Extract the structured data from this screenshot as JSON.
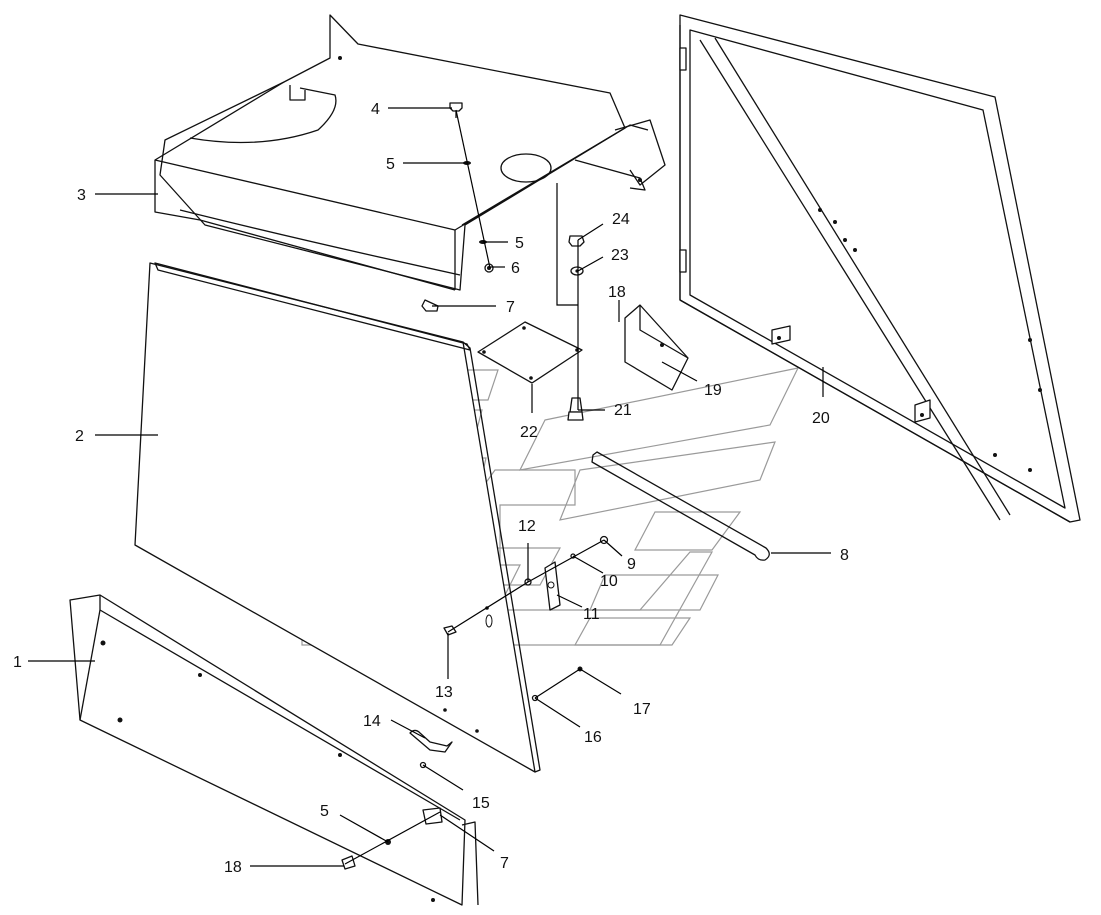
{
  "callouts": [
    {
      "id": "c1",
      "text": "1"
    },
    {
      "id": "c2",
      "text": "2"
    },
    {
      "id": "c3",
      "text": "3"
    },
    {
      "id": "c4",
      "text": "4"
    },
    {
      "id": "c5a",
      "text": "5"
    },
    {
      "id": "c5b",
      "text": "5"
    },
    {
      "id": "c5c",
      "text": "5"
    },
    {
      "id": "c6",
      "text": "6"
    },
    {
      "id": "c7a",
      "text": "7"
    },
    {
      "id": "c7b",
      "text": "7"
    },
    {
      "id": "c8",
      "text": "8"
    },
    {
      "id": "c9",
      "text": "9"
    },
    {
      "id": "c10",
      "text": "10"
    },
    {
      "id": "c11",
      "text": "11"
    },
    {
      "id": "c12",
      "text": "12"
    },
    {
      "id": "c13",
      "text": "13"
    },
    {
      "id": "c14",
      "text": "14"
    },
    {
      "id": "c15",
      "text": "15"
    },
    {
      "id": "c16",
      "text": "16"
    },
    {
      "id": "c17",
      "text": "17"
    },
    {
      "id": "c18a",
      "text": "18"
    },
    {
      "id": "c18b",
      "text": "18"
    },
    {
      "id": "c19",
      "text": "19"
    },
    {
      "id": "c20",
      "text": "20"
    },
    {
      "id": "c21",
      "text": "21"
    },
    {
      "id": "c22",
      "text": "22"
    },
    {
      "id": "c23",
      "text": "23"
    },
    {
      "id": "c24",
      "text": "24"
    }
  ]
}
